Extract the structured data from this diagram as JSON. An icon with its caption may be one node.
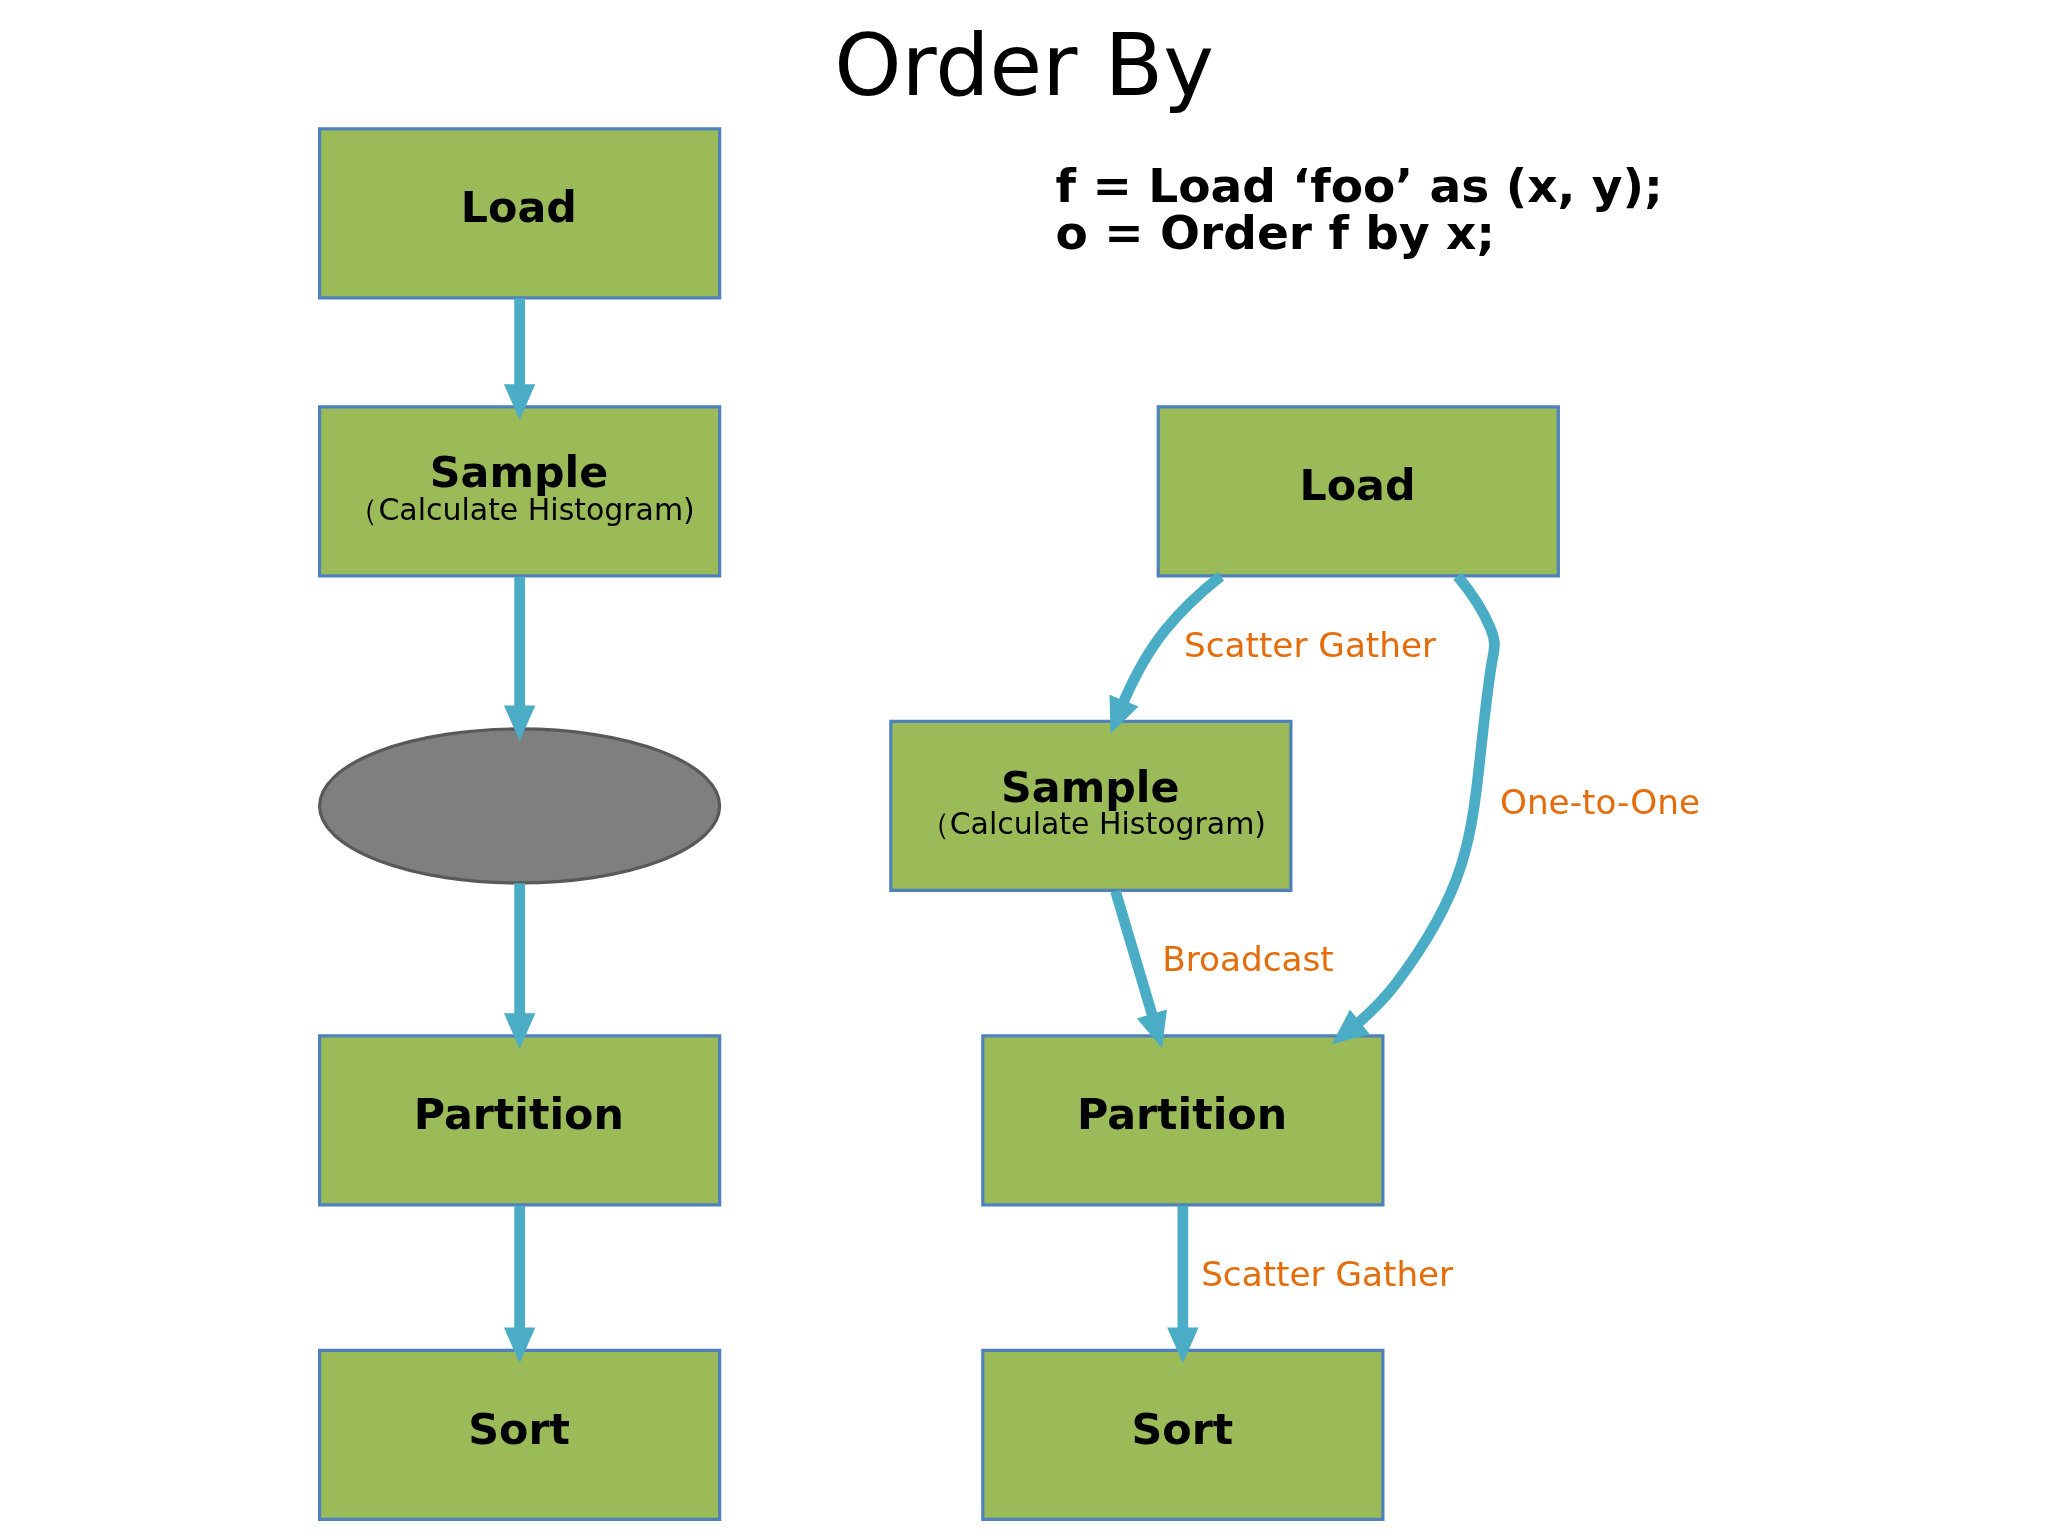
{
  "diagram": {
    "title": "Order By",
    "nodes": [
      {
        "text": [
          "Load"
        ]
      },
      {
        "text": [
          "Sample",
          "（Calculate Histogram)"
        ]
      },
      {
        "text": [],
        "shape": "cloud"
      },
      {
        "text": [
          "Partition"
        ]
      },
      {
        "text": [
          "Sort"
        ]
      },
      {
        "text": [
          "Load"
        ]
      },
      {
        "text": [
          "Sample",
          "（Calculate Histogram)"
        ]
      },
      {
        "text": [
          "Partition"
        ]
      },
      {
        "text": [
          "Sort"
        ]
      }
    ],
    "edges": [
      {
        "from": 0,
        "to": 1,
        "arrow": "to"
      },
      {
        "from": 1,
        "to": 2,
        "arrow": "to"
      },
      {
        "from": 2,
        "to": 3,
        "arrow": "to"
      },
      {
        "from": 3,
        "to": 4,
        "arrow": "to"
      },
      {
        "from": 5,
        "to": 6,
        "arrow": "to",
        "label": "Scatter Gather"
      },
      {
        "from": 5,
        "to": 7,
        "arrow": "to",
        "label": "One-to-One"
      },
      {
        "from": 6,
        "to": 7,
        "arrow": "to",
        "label": "Broadcast"
      },
      {
        "from": 7,
        "to": 8,
        "arrow": "to",
        "label": "Scatter Gather"
      }
    ],
    "labels": [
      "f = Load ‘foo’ as (x, y);",
      "o = Order f by x;"
    ]
  }
}
